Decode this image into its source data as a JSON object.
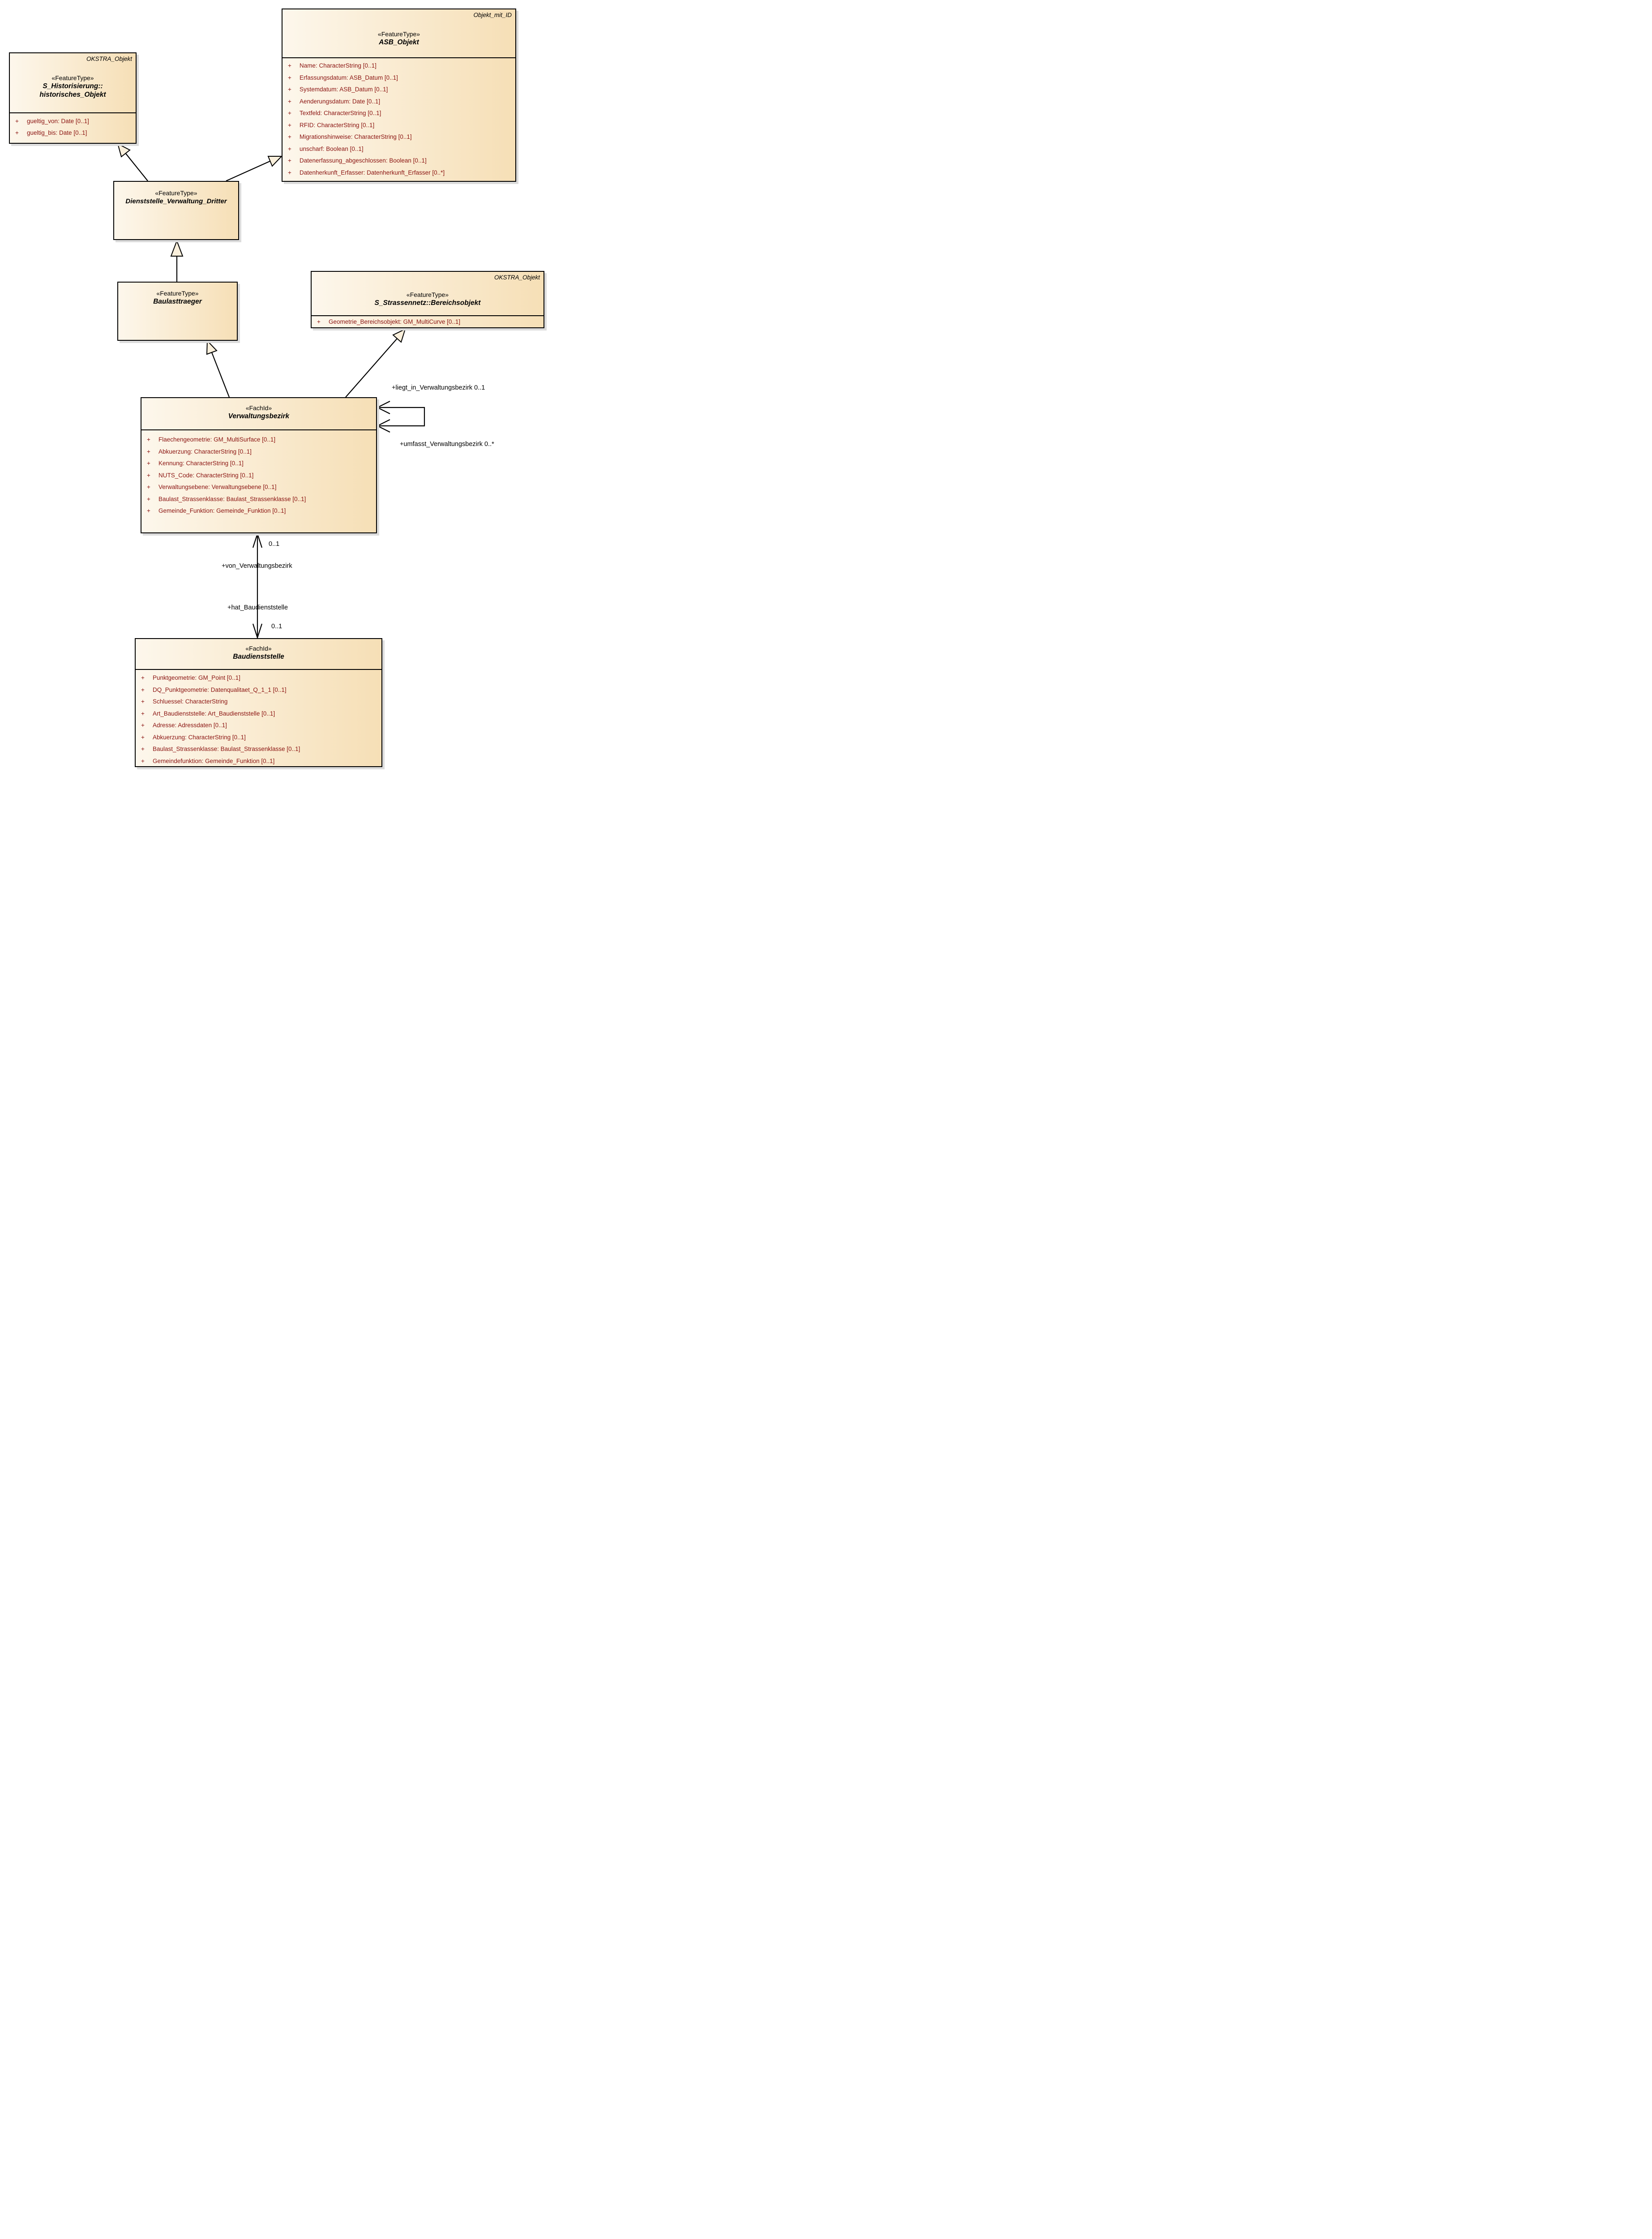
{
  "colors": {
    "box_fill_left": "#fdf7ec",
    "box_fill_right": "#f6dfb6",
    "box_border": "#000000",
    "attribute_text": "#8b1411",
    "shadow": "#dcdcdc",
    "label_text": "#000000"
  },
  "classes": {
    "s_historisierung": {
      "package": "OKSTRA_Objekt",
      "stereotype": "«FeatureType»",
      "name_line1": "S_Historisierung::",
      "name_line2": "historisches_Objekt",
      "attributes": [
        {
          "visibility": "+",
          "text": "gueltig_von: Date [0..1]"
        },
        {
          "visibility": "+",
          "text": "gueltig_bis: Date [0..1]"
        }
      ]
    },
    "asb_objekt": {
      "package": "Objekt_mit_ID",
      "stereotype": "«FeatureType»",
      "name_line1": "ASB_Objekt",
      "attributes": [
        {
          "visibility": "+",
          "text": "Name: CharacterString [0..1]"
        },
        {
          "visibility": "+",
          "text": "Erfassungsdatum: ASB_Datum [0..1]"
        },
        {
          "visibility": "+",
          "text": "Systemdatum: ASB_Datum [0..1]"
        },
        {
          "visibility": "+",
          "text": "Aenderungsdatum: Date [0..1]"
        },
        {
          "visibility": "+",
          "text": "Textfeld: CharacterString [0..1]"
        },
        {
          "visibility": "+",
          "text": "RFID: CharacterString [0..1]"
        },
        {
          "visibility": "+",
          "text": "Migrationshinweise: CharacterString [0..1]"
        },
        {
          "visibility": "+",
          "text": "unscharf: Boolean [0..1]"
        },
        {
          "visibility": "+",
          "text": "Datenerfassung_abgeschlossen: Boolean [0..1]"
        },
        {
          "visibility": "+",
          "text": "Datenherkunft_Erfasser: Datenherkunft_Erfasser [0..*]"
        }
      ]
    },
    "dienststelle_verwaltung_dritter": {
      "stereotype": "«FeatureType»",
      "name_line1": "Dienststelle_Verwaltung_Dritter",
      "attributes": []
    },
    "baulasttraeger": {
      "stereotype": "«FeatureType»",
      "name_line1": "Baulasttraeger",
      "attributes": []
    },
    "bereichsobjekt": {
      "package": "OKSTRA_Objekt",
      "stereotype": "«FeatureType»",
      "name_line1": "S_Strassennetz::Bereichsobjekt",
      "attributes": [
        {
          "visibility": "+",
          "text": "Geometrie_Bereichsobjekt: GM_MultiCurve [0..1]"
        }
      ]
    },
    "verwaltungsbezirk": {
      "stereotype": "«FachId»",
      "name_line1": "Verwaltungsbezirk",
      "attributes": [
        {
          "visibility": "+",
          "text": "Flaechengeometrie: GM_MultiSurface [0..1]"
        },
        {
          "visibility": "+",
          "text": "Abkuerzung: CharacterString [0..1]"
        },
        {
          "visibility": "+",
          "text": "Kennung: CharacterString [0..1]"
        },
        {
          "visibility": "+",
          "text": "NUTS_Code: CharacterString [0..1]"
        },
        {
          "visibility": "+",
          "text": "Verwaltungsebene: Verwaltungsebene [0..1]"
        },
        {
          "visibility": "+",
          "text": "Baulast_Strassenklasse: Baulast_Strassenklasse [0..1]"
        },
        {
          "visibility": "+",
          "text": "Gemeinde_Funktion: Gemeinde_Funktion [0..1]"
        }
      ]
    },
    "baudienststelle": {
      "stereotype": "«FachId»",
      "name_line1": "Baudienststelle",
      "attributes": [
        {
          "visibility": "+",
          "text": "Punktgeometrie: GM_Point [0..1]"
        },
        {
          "visibility": "+",
          "text": "DQ_Punktgeometrie: Datenqualitaet_Q_1_1 [0..1]"
        },
        {
          "visibility": "+",
          "text": "Schluessel: CharacterString"
        },
        {
          "visibility": "+",
          "text": "Art_Baudienststelle: Art_Baudienststelle [0..1]"
        },
        {
          "visibility": "+",
          "text": "Adresse: Adressdaten [0..1]"
        },
        {
          "visibility": "+",
          "text": "Abkuerzung: CharacterString [0..1]"
        },
        {
          "visibility": "+",
          "text": "Baulast_Strassenklasse: Baulast_Strassenklasse [0..1]"
        },
        {
          "visibility": "+",
          "text": "Gemeindefunktion: Gemeinde_Funktion [0..1]"
        }
      ]
    }
  },
  "associations": {
    "self_association": {
      "role_top": "+liegt_in_Verwaltungsbezirk 0..1",
      "role_bottom": "+umfasst_Verwaltungsbezirk 0..*"
    },
    "baudienststelle_association": {
      "multiplicity_top": "0..1",
      "role_top": "+von_Verwaltungsbezirk",
      "role_bottom": "+hat_Baudienststelle",
      "multiplicity_bottom": "0..1"
    }
  }
}
